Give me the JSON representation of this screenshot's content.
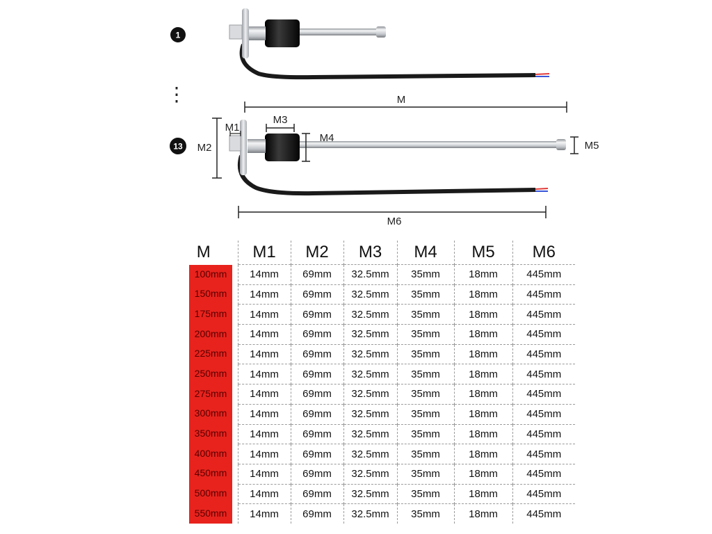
{
  "diagram": {
    "badge_top": "1",
    "badge_bottom": "13",
    "ellipsis": "⋮",
    "dimension_labels": {
      "M": "M",
      "M1": "M1",
      "M2": "M2",
      "M3": "M3",
      "M4": "M4",
      "M5": "M5",
      "M6": "M6"
    },
    "colors": {
      "sensor_float": "#151515",
      "cable": "#1a1a1a",
      "rod": "#c9ccd0",
      "wire_red": "#e03a3a",
      "wire_blue": "#3a55d8"
    }
  },
  "table": {
    "headers": [
      "M",
      "M1",
      "M2",
      "M3",
      "M4",
      "M5",
      "M6"
    ],
    "highlight_color": "#e8231d",
    "rows": [
      [
        "100mm",
        "14mm",
        "69mm",
        "32.5mm",
        "35mm",
        "18mm",
        "445mm"
      ],
      [
        "150mm",
        "14mm",
        "69mm",
        "32.5mm",
        "35mm",
        "18mm",
        "445mm"
      ],
      [
        "175mm",
        "14mm",
        "69mm",
        "32.5mm",
        "35mm",
        "18mm",
        "445mm"
      ],
      [
        "200mm",
        "14mm",
        "69mm",
        "32.5mm",
        "35mm",
        "18mm",
        "445mm"
      ],
      [
        "225mm",
        "14mm",
        "69mm",
        "32.5mm",
        "35mm",
        "18mm",
        "445mm"
      ],
      [
        "250mm",
        "14mm",
        "69mm",
        "32.5mm",
        "35mm",
        "18mm",
        "445mm"
      ],
      [
        "275mm",
        "14mm",
        "69mm",
        "32.5mm",
        "35mm",
        "18mm",
        "445mm"
      ],
      [
        "300mm",
        "14mm",
        "69mm",
        "32.5mm",
        "35mm",
        "18mm",
        "445mm"
      ],
      [
        "350mm",
        "14mm",
        "69mm",
        "32.5mm",
        "35mm",
        "18mm",
        "445mm"
      ],
      [
        "400mm",
        "14mm",
        "69mm",
        "32.5mm",
        "35mm",
        "18mm",
        "445mm"
      ],
      [
        "450mm",
        "14mm",
        "69mm",
        "32.5mm",
        "35mm",
        "18mm",
        "445mm"
      ],
      [
        "500mm",
        "14mm",
        "69mm",
        "32.5mm",
        "35mm",
        "18mm",
        "445mm"
      ],
      [
        "550mm",
        "14mm",
        "69mm",
        "32.5mm",
        "35mm",
        "18mm",
        "445mm"
      ]
    ]
  }
}
